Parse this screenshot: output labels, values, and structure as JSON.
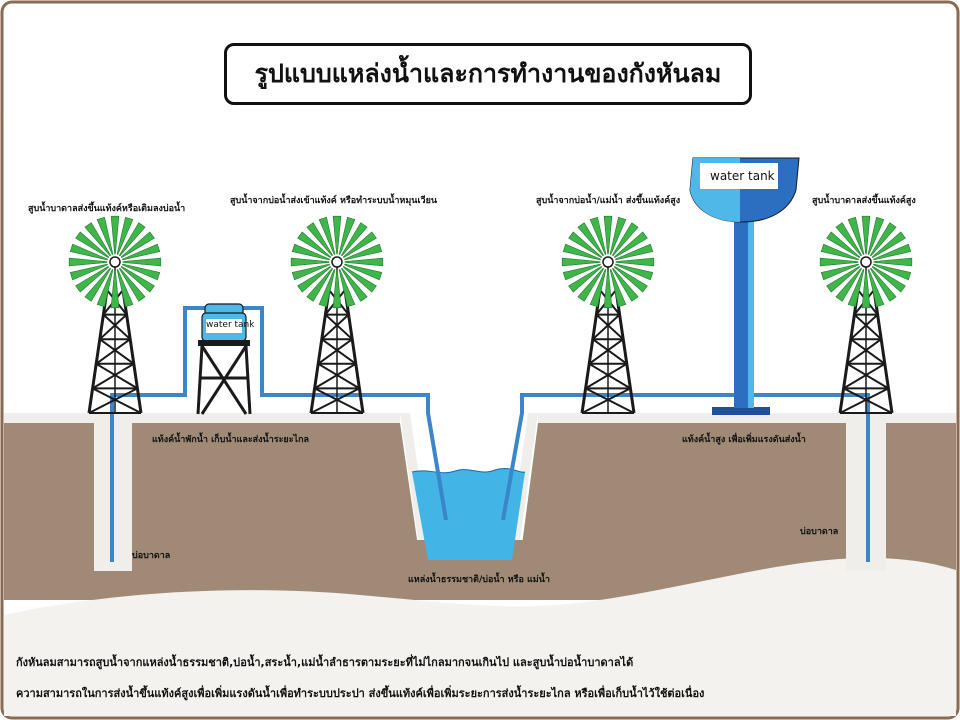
{
  "title": "รูปแบบแหล่งน้ำและการทำงานของกังหันลม",
  "windmill_captions": [
    "สูบน้ำบาดาลส่งขึ้นแท้งค์หรือเติมลงบ่อน้ำ",
    "สูบน้ำจากบ่อน้ำส่งเข้าแท้งค์ หรือทำระบบน้ำหมุนเวียน",
    "สูบน้ำจากบ่อน้ำ/แม่น้ำ ส่งขึ้นแท้งค์สูง",
    "สูบน้ำบาดาลส่งขึ้นแท้งค์สูง"
  ],
  "tank_labels": {
    "small": "water tank",
    "tall": "water tank"
  },
  "ground_labels": {
    "left_tank_note": "แท้งค์น้ำพักน้ำ เก็บน้ำและส่งน้ำระยะไกล",
    "right_tank_note": "แท้งค์น้ำสูง เพื่อเพิ่มแรงดันส่งน้ำ",
    "well_left": "บ่อบาดาล",
    "well_right": "บ่อบาดาล",
    "pond": "แหล่งน้ำธรรมชาติ/บ่อน้ำ หรือ แม่น้ำ"
  },
  "footer": {
    "line1": "กังหันลมสามารถสูบน้ำจากแหล่งน้ำธรรมชาติ,บ่อน้ำ,สระน้ำ,แม่น้ำลำธารตามระยะที่ไม่ไกลมากจนเกินไป และสูบน้ำบ่อน้ำบาดาลได้",
    "line2": "ความสามารถในการส่งน้ำขึ้นแท้งค์สูงเพื่อเพิ่มแรงดันน้ำเพื่อทำระบบประปา ส่งขึ้นแท้งค์เพื่อเพิ่มระยะการส่งน้ำระยะไกล หรือเพื่อเก็บน้ำไว้ใช้ต่อเนื่อง"
  },
  "colors": {
    "soil": "#a08a76",
    "sand": "#f0eeeb",
    "pipe": "#3a86c8",
    "water": "#42b4e6",
    "blade": "#3fb54a",
    "tower": "#1a1a1a",
    "tank_dark": "#2a6fc0",
    "tank_light": "#4fb8e8"
  }
}
